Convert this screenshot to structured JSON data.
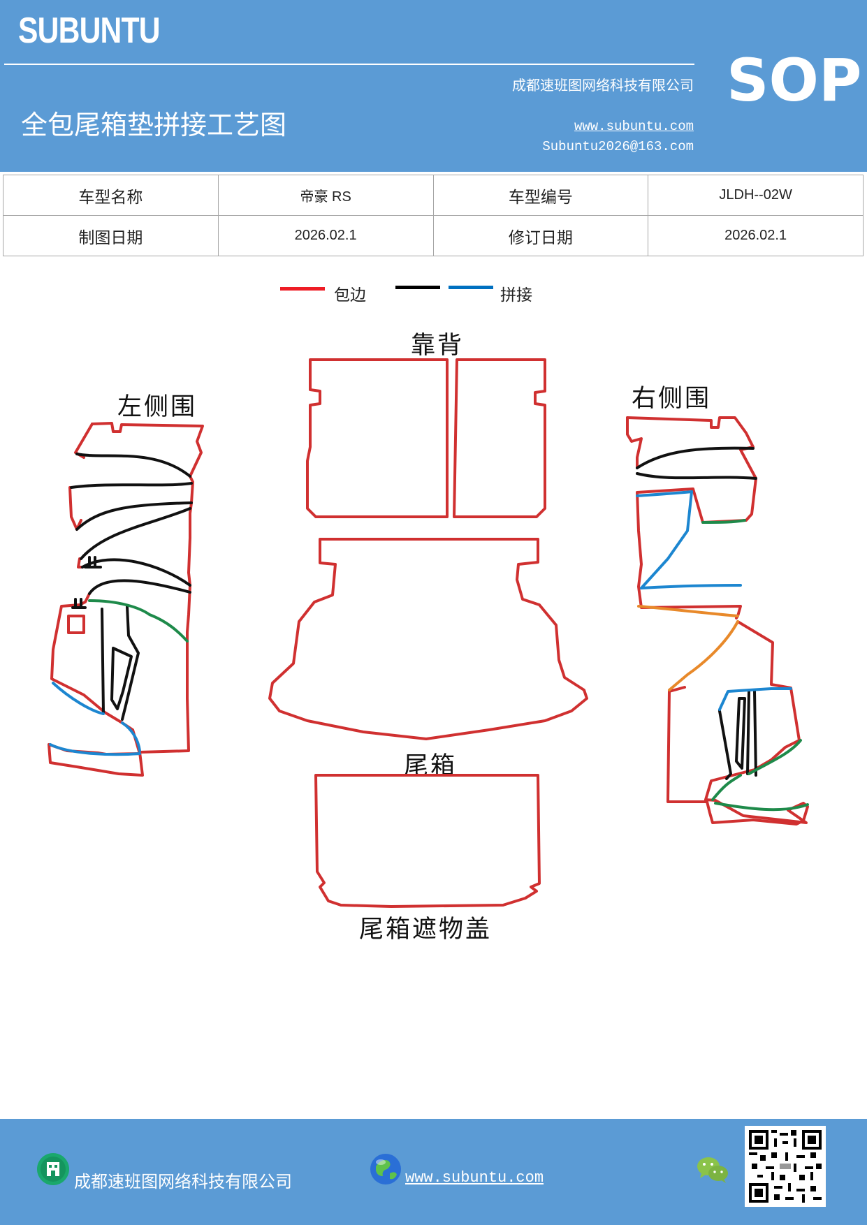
{
  "header": {
    "brand": "SUBUNTU",
    "company": "成都速班图网络科技有限公司",
    "title": "全包尾箱垫拼接工艺图",
    "website": "www.subuntu.com",
    "email": "Subuntu2026@163.com",
    "badge": "SOP"
  },
  "info": {
    "rows": [
      [
        "车型名称",
        "帝豪 RS",
        "车型编号",
        "JLDH--02W"
      ],
      [
        "制图日期",
        "2026.02.1",
        "修订日期",
        "2026.02.1"
      ]
    ]
  },
  "legend": {
    "items": [
      {
        "label": "包边",
        "color": "#ee1c25"
      },
      {
        "label": "",
        "color": "#000000"
      },
      {
        "label": "拼接",
        "color": "#0070c0"
      }
    ]
  },
  "parts": {
    "backrest": "靠背",
    "left_side": "左侧围",
    "right_side": "右侧围",
    "trunk": "尾箱",
    "cover": "尾箱遮物盖"
  },
  "footer": {
    "company": "成都速班图网络科技有限公司",
    "website": "www.subuntu.com"
  },
  "colors": {
    "header_bg": "#5b9bd5",
    "edge_red": "#d03030",
    "seam_black": "#111111",
    "seam_blue": "#1c86d0",
    "seam_green": "#1e8a4a",
    "seam_orange": "#e8892a"
  },
  "icons": [
    "building-icon",
    "globe-icon",
    "wechat-icon",
    "qr-code-icon"
  ]
}
